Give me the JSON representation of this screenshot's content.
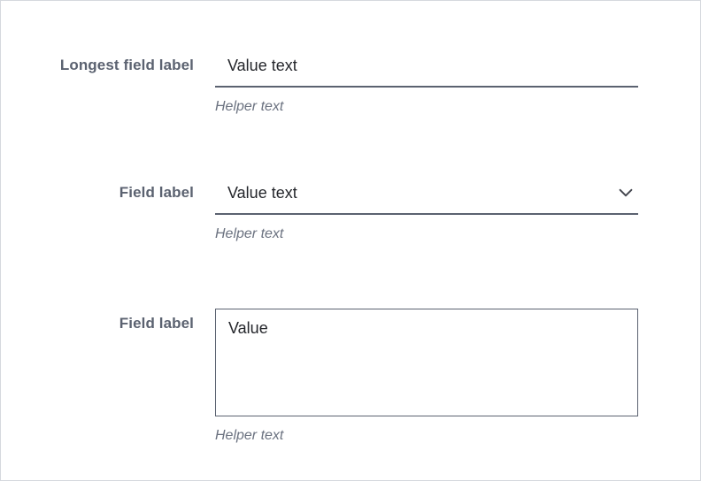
{
  "form": {
    "fields": [
      {
        "id": "text-field",
        "type": "text",
        "label": "Longest field label",
        "value": "Value text",
        "helper": "Helper text"
      },
      {
        "id": "select-field",
        "type": "select",
        "label": "Field label",
        "value": "Value text",
        "helper": "Helper text",
        "icon": "chevron-down-icon"
      },
      {
        "id": "textarea-field",
        "type": "textarea",
        "label": "Field label",
        "value": "Value",
        "helper": "Helper text"
      }
    ]
  },
  "colors": {
    "page_background": "#ffffff",
    "page_border": "#d5d8de",
    "label_text": "#5b6270",
    "value_text": "#24262b",
    "helper_text": "#6b7280",
    "field_border": "#5b6270"
  }
}
